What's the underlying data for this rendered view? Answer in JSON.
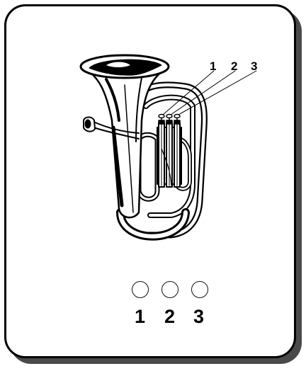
{
  "top_labels": [
    "1",
    "2",
    "3"
  ],
  "bottom_labels": [
    "1",
    "2",
    "3"
  ],
  "checkboxes": [
    {
      "label": "1",
      "checked": false
    },
    {
      "label": "2",
      "checked": false
    },
    {
      "label": "3",
      "checked": false
    }
  ],
  "instrument_icon": "euphonium-illustration",
  "colors": {
    "ink": "#000000",
    "shadow": "#4a4a4a",
    "paper": "#ffffff"
  }
}
